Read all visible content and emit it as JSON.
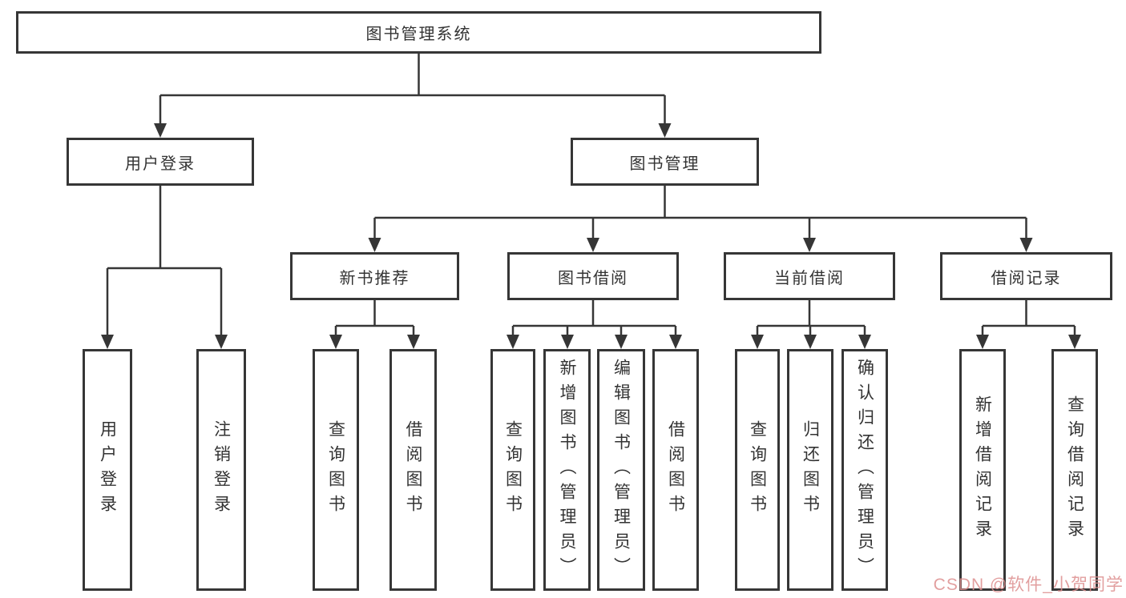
{
  "tree": {
    "label": "图书管理系统",
    "children": [
      {
        "label": "用户登录",
        "children": [
          {
            "label": "用户登录"
          },
          {
            "label": "注销登录"
          }
        ]
      },
      {
        "label": "图书管理",
        "children": [
          {
            "label": "新书推荐",
            "children": [
              {
                "label": "查询图书"
              },
              {
                "label": "借阅图书"
              }
            ]
          },
          {
            "label": "图书借阅",
            "children": [
              {
                "label": "查询图书"
              },
              {
                "label": "新增图书（管理员）"
              },
              {
                "label": "编辑图书（管理员）"
              },
              {
                "label": "借阅图书"
              }
            ]
          },
          {
            "label": "当前借阅",
            "children": [
              {
                "label": "查询图书"
              },
              {
                "label": "归还图书"
              },
              {
                "label": "确认归还（管理员）"
              }
            ]
          },
          {
            "label": "借阅记录",
            "children": [
              {
                "label": "新增借阅记录"
              },
              {
                "label": "查询借阅记录"
              }
            ]
          }
        ]
      }
    ]
  },
  "watermark": {
    "text": "CSDN @软件_小贺同学",
    "color": "#dd8f8f"
  },
  "colors": {
    "line": "#363636",
    "box_border": "#363636",
    "text": "#333333",
    "background": "#ffffff"
  }
}
